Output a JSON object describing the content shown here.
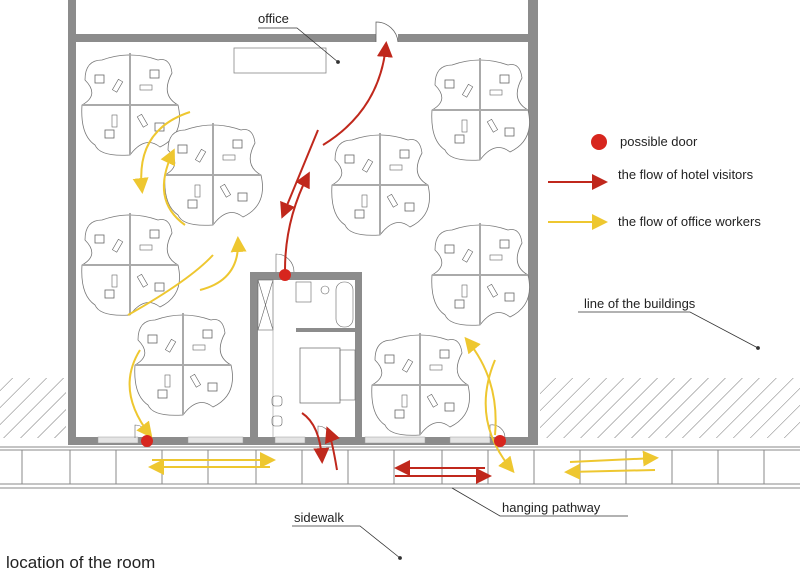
{
  "labels": {
    "office": "office",
    "line_of_buildings": "line of the buildings",
    "sidewalk": "sidewalk",
    "hanging_pathway": "hanging pathway",
    "caption": "location of the room"
  },
  "legend": [
    {
      "label": "possible door",
      "symbol": "circle",
      "color": "#d7261e"
    },
    {
      "label": "the flow of hotel visitors",
      "symbol": "arrow",
      "color": "#c0281c"
    },
    {
      "label": "the flow of office workers",
      "symbol": "arrow",
      "color": "#eec730"
    }
  ],
  "colors": {
    "wall": "#8c8c8c",
    "line": "#666666"
  }
}
